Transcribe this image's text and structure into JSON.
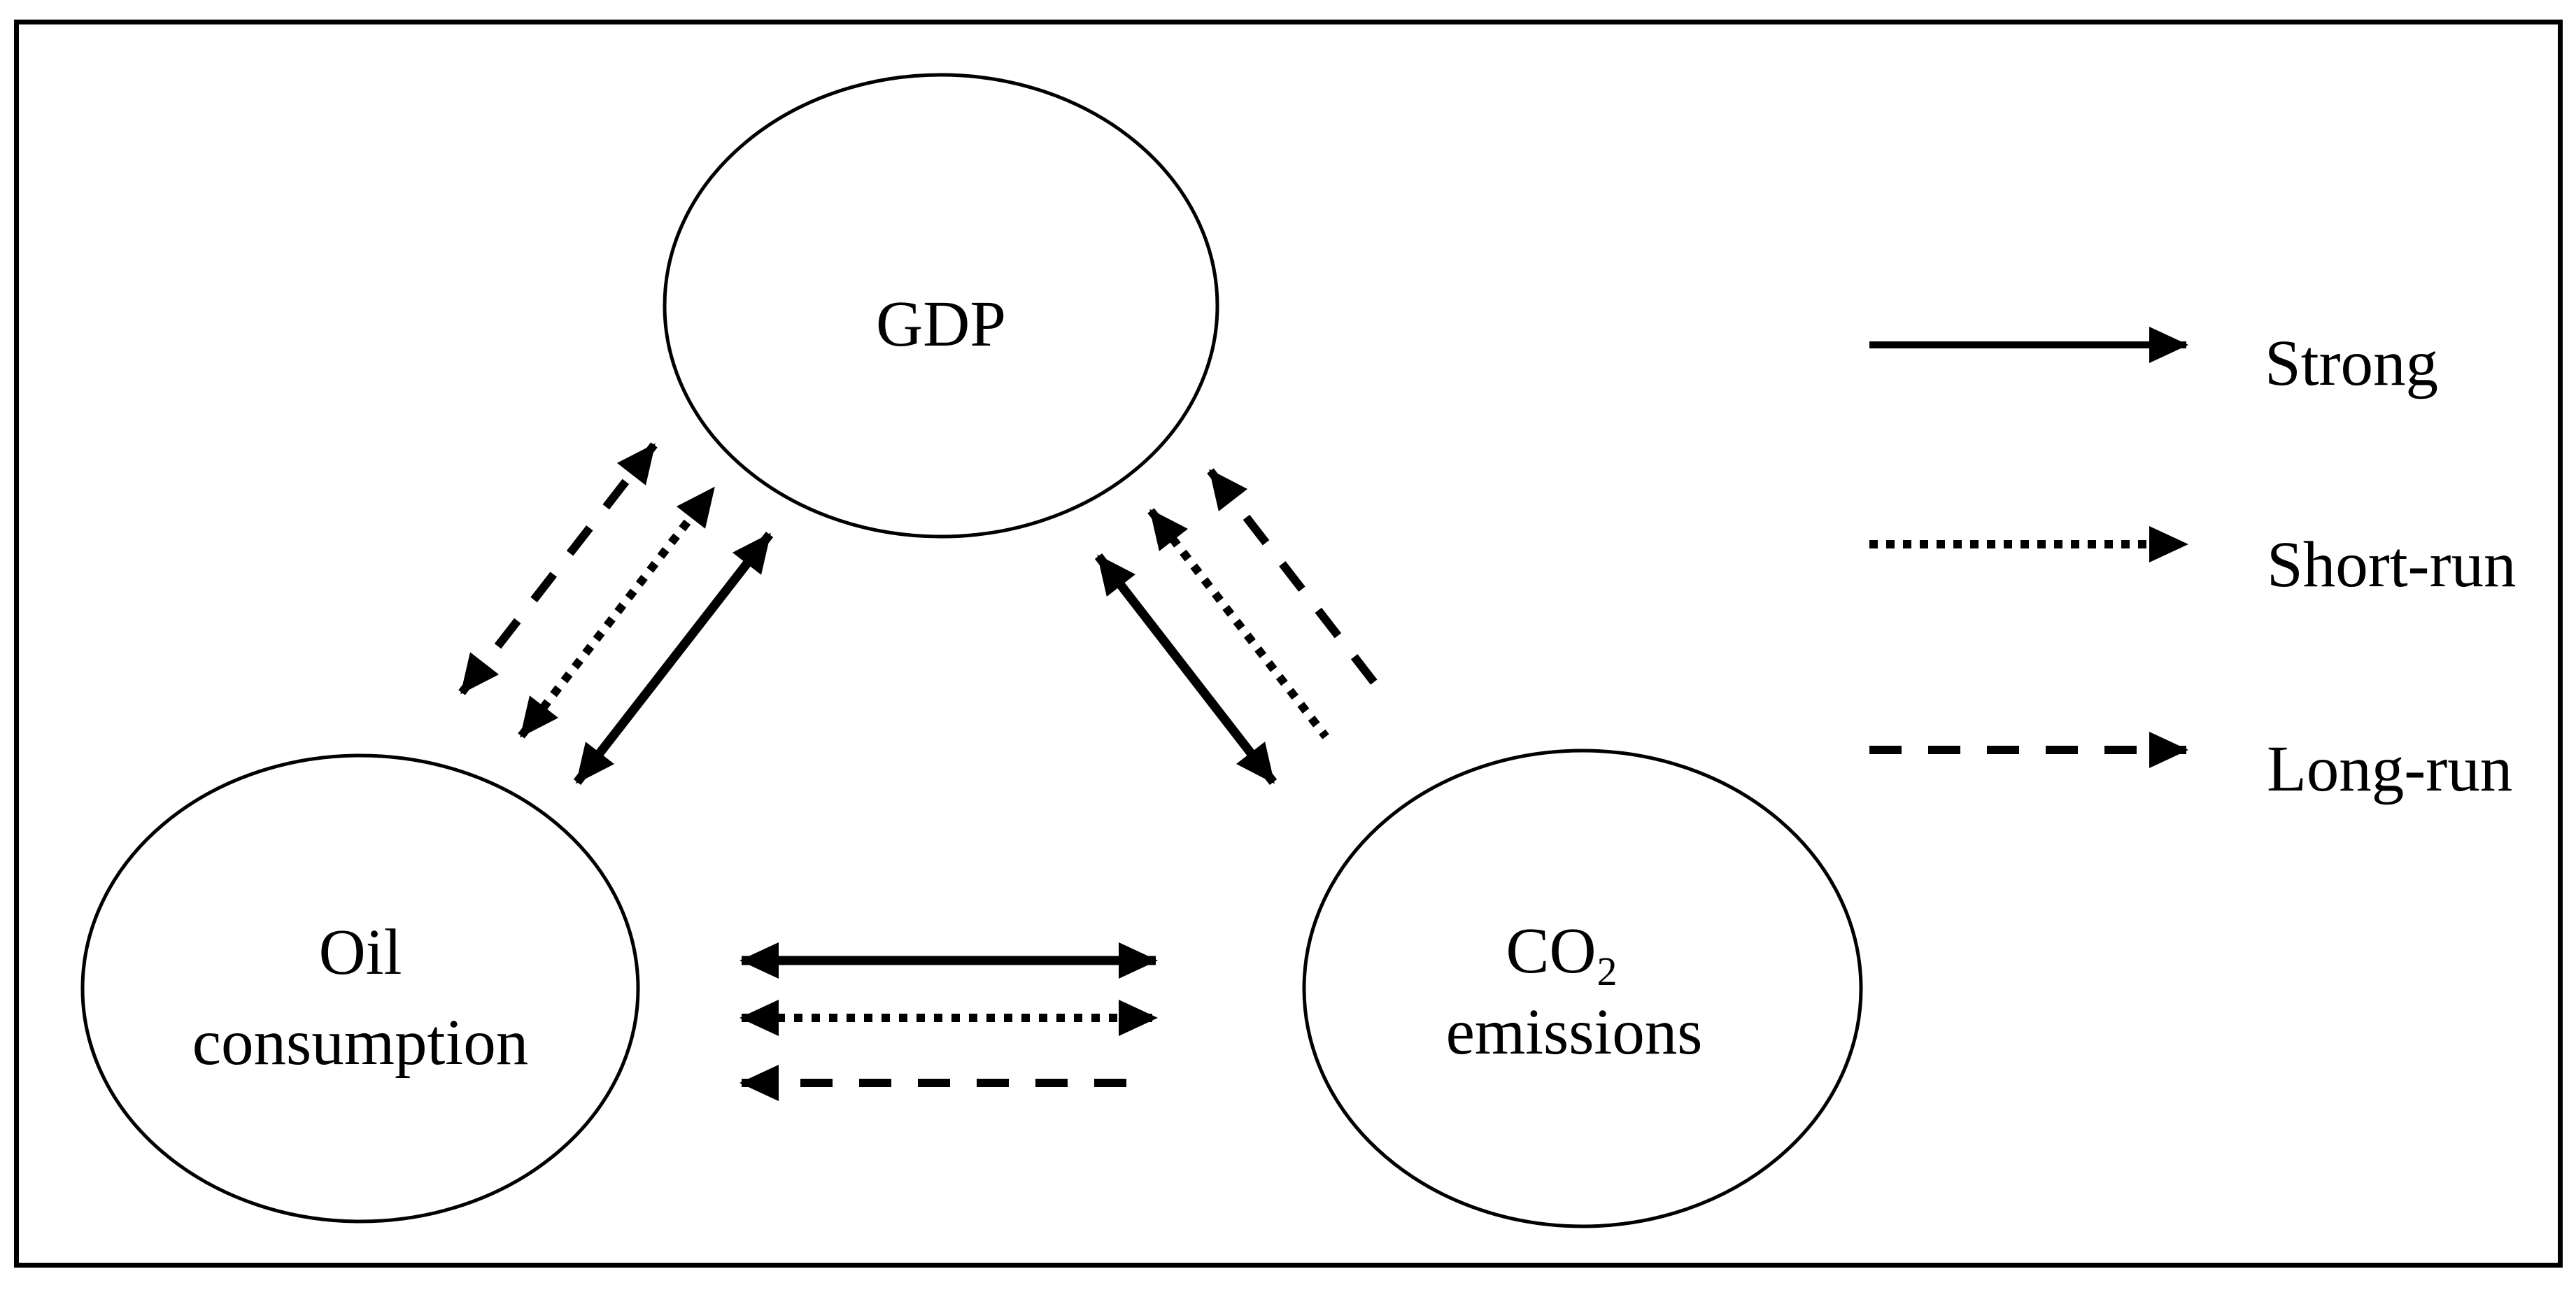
{
  "colors": {
    "ink": "#000000",
    "background": "#ffffff"
  },
  "nodes": {
    "gdp": {
      "label": "GDP"
    },
    "oil": {
      "label_line1": "Oil",
      "label_line2": "consumption"
    },
    "co2": {
      "label_main": "CO",
      "label_sub": "2",
      "label_line2": "emissions"
    }
  },
  "legend": {
    "items": [
      {
        "style": "solid",
        "label": "Strong"
      },
      {
        "style": "dotted",
        "label": "Short-run"
      },
      {
        "style": "dashed",
        "label": "Long-run"
      }
    ]
  },
  "edges": [
    {
      "from": "oil",
      "to": "gdp",
      "style": "dashed",
      "meaning": "Long-run",
      "bidirectional": true
    },
    {
      "from": "oil",
      "to": "gdp",
      "style": "dotted",
      "meaning": "Short-run",
      "bidirectional": true
    },
    {
      "from": "oil",
      "to": "gdp",
      "style": "solid",
      "meaning": "Strong",
      "bidirectional": true
    },
    {
      "from": "co2",
      "to": "gdp",
      "style": "solid",
      "meaning": "Strong",
      "bidirectional": true
    },
    {
      "from": "co2",
      "to": "gdp",
      "style": "dotted",
      "meaning": "Short-run",
      "bidirectional": false,
      "arrow_points_to": "gdp"
    },
    {
      "from": "co2",
      "to": "gdp",
      "style": "dashed",
      "meaning": "Long-run",
      "bidirectional": false,
      "arrow_points_to": "gdp"
    },
    {
      "from": "oil",
      "to": "co2",
      "style": "solid",
      "meaning": "Strong",
      "bidirectional": true
    },
    {
      "from": "oil",
      "to": "co2",
      "style": "dotted",
      "meaning": "Short-run",
      "bidirectional": true
    },
    {
      "from": "co2",
      "to": "oil",
      "style": "dashed",
      "meaning": "Long-run",
      "bidirectional": false,
      "arrow_points_to": "oil"
    }
  ]
}
